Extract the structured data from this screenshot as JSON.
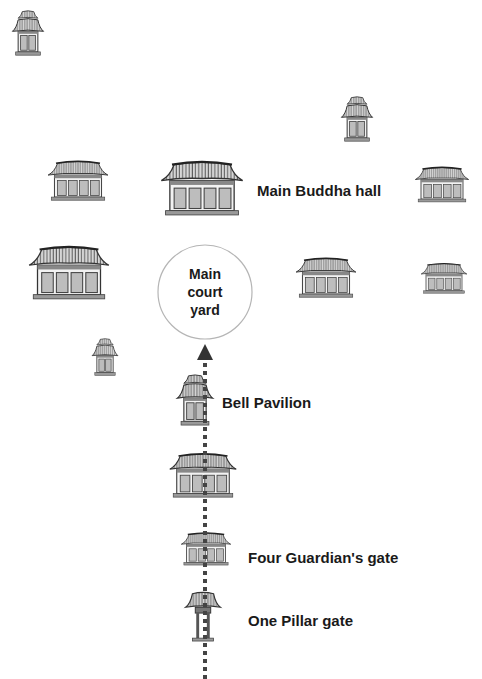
{
  "diagram": {
    "nodes": [
      {
        "text": [
          "Main court yard"
        ]
      }
    ],
    "labels": [
      "Main Buddha hall",
      "Bell Pavilion",
      "Four Guardian's gate",
      "One Pillar gate"
    ]
  }
}
